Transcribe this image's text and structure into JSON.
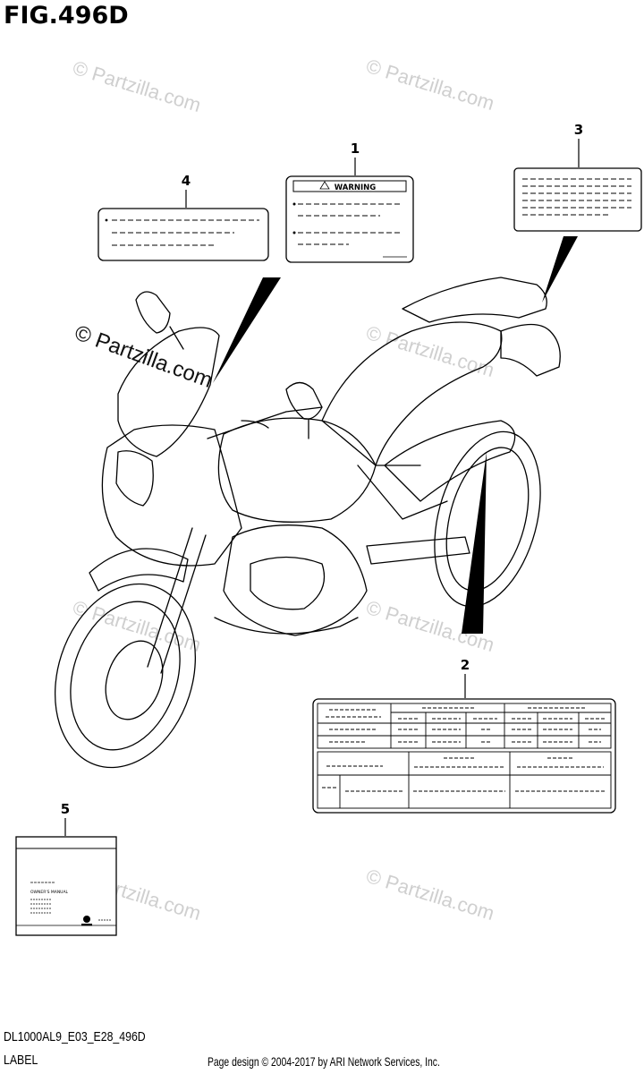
{
  "figure": {
    "title": "FIG.496D",
    "model_code": "DL1000AL9_E03_E28_496D",
    "caption": "LABEL"
  },
  "watermark": {
    "text": "© Partzilla.com",
    "color": "#cccccc"
  },
  "callouts": [
    {
      "number": "1",
      "label_heading": "WARNING"
    },
    {
      "number": "2"
    },
    {
      "number": "3"
    },
    {
      "number": "4"
    },
    {
      "number": "5",
      "label_heading": "OWNER'S MANUAL"
    }
  ],
  "footer": {
    "credit": "Page design © 2004-2017 by ARI Network Services, Inc."
  }
}
